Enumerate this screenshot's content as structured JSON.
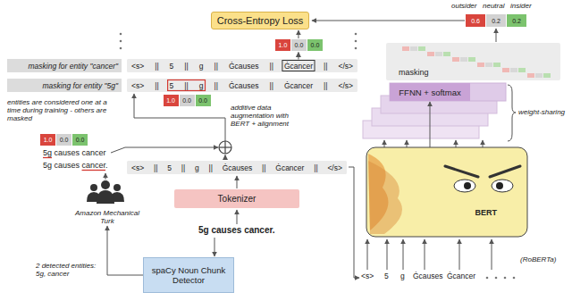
{
  "diagram": {
    "nodes": [
      {
        "text": [
          "Cross-Entropy Loss"
        ]
      },
      {
        "text": [
          "0.6"
        ]
      },
      {
        "text": [
          "0.2"
        ]
      },
      {
        "text": [
          "0.2"
        ]
      },
      {
        "text": [
          "1.0"
        ]
      },
      {
        "text": [
          "0.0"
        ]
      },
      {
        "text": [
          "0.0"
        ]
      },
      {
        "text": [
          "masking for entity \"cancer\""
        ]
      },
      {
        "text": [
          "<s>",
          "||",
          "5",
          "||",
          "g",
          "||",
          "Ġcauses",
          "||",
          "Ġcancer",
          "||",
          "</s>"
        ]
      },
      {
        "text": [
          "masking for entity \"5g\""
        ]
      },
      {
        "text": [
          "<s>",
          "||",
          "5",
          "||",
          "g",
          "||",
          "Ġcauses",
          "||",
          "Ġcancer",
          "||",
          "</s>"
        ]
      },
      {
        "text": [
          "1.0"
        ]
      },
      {
        "text": [
          "0.0"
        ]
      },
      {
        "text": [
          "0.0"
        ]
      },
      {
        "text": [
          "1.0"
        ]
      },
      {
        "text": [
          "0.0"
        ]
      },
      {
        "text": [
          "0.0"
        ]
      },
      {
        "text": [
          "<s>",
          "||",
          "5",
          "||",
          "g",
          "||",
          "Ġcauses",
          "||",
          "Ġcancer",
          "||",
          "</s>"
        ]
      },
      {
        "text": [
          "Amazon Mechanical Turk"
        ]
      },
      {
        "text": [
          "Tokenizer"
        ]
      },
      {
        "text": [
          "spaCy Noun Chunk Detector"
        ]
      },
      {
        "text": [
          "FFNN + softmax"
        ]
      },
      {
        "text": [
          "BERT"
        ]
      }
    ],
    "edges": [
      {
        "from": 20,
        "to": 18,
        "arrow": "to"
      },
      {
        "from": 22,
        "to": 21,
        "arrow": "to"
      }
    ],
    "labels": [
      "outsider",
      "neutral",
      "insider",
      "masking",
      "weight-sharing",
      "entities are considered one at a time during training - others are masked",
      "additive data augmentation with BERT + alignment",
      "5g causes cancer",
      "5g causes cancer.",
      "5g causes cancer.",
      "2 detected entities: 5g, cancer",
      "(RoBERTa)",
      "<s>",
      "5",
      "g",
      "Ġcauses",
      "Ġcancer"
    ]
  }
}
